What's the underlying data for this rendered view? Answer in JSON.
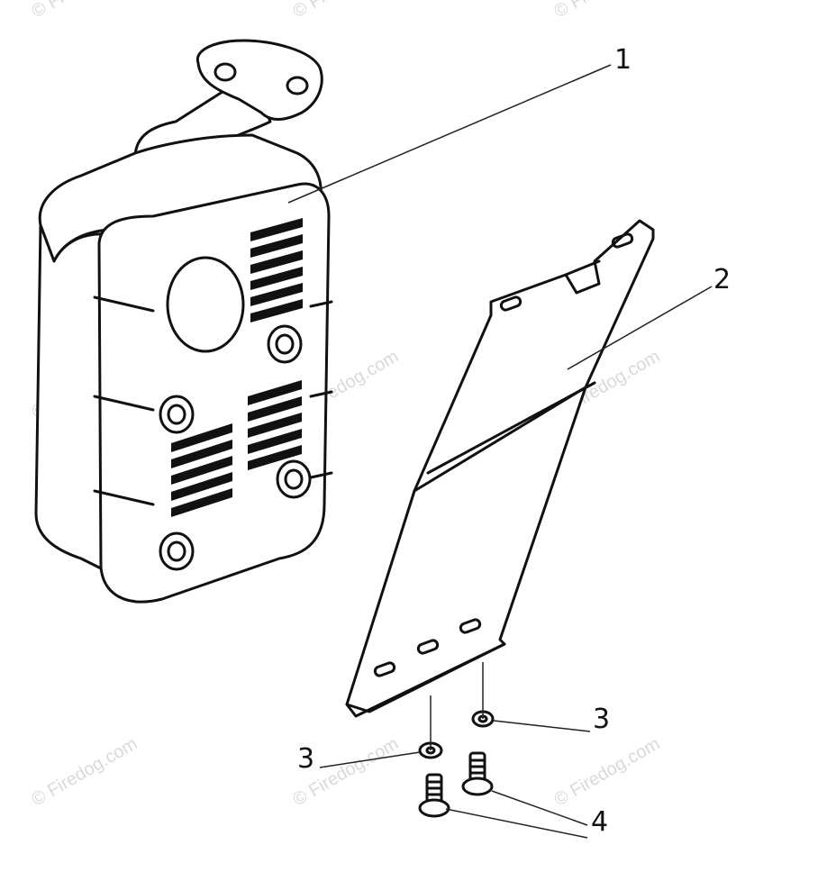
{
  "callouts": [
    {
      "id": "1",
      "label": "1"
    },
    {
      "id": "2",
      "label": "2"
    },
    {
      "id": "3a",
      "label": "3"
    },
    {
      "id": "3b",
      "label": "3"
    },
    {
      "id": "4",
      "label": "4"
    }
  ],
  "watermark": "© Firedog.com"
}
